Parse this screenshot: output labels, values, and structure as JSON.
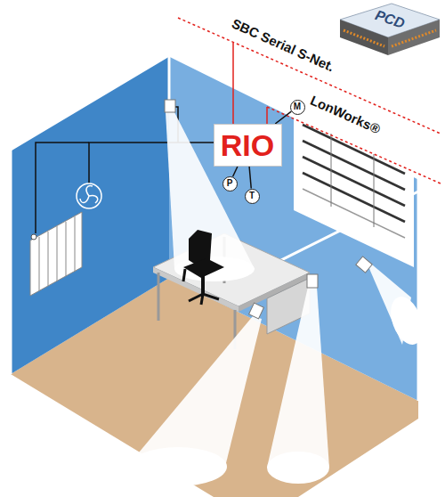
{
  "diagram": {
    "nodes": [
      {
        "text": [
          "PCD"
        ]
      },
      {
        "text": [
          "RIO"
        ]
      },
      {
        "text": [
          "M"
        ]
      },
      {
        "text": [
          "P"
        ]
      },
      {
        "text": [
          "T"
        ]
      }
    ],
    "edges": [
      {
        "from": 1,
        "to": 2,
        "arrow": "none"
      },
      {
        "from": 1,
        "to": 3,
        "arrow": "none"
      },
      {
        "from": 1,
        "to": 4,
        "arrow": "none"
      }
    ],
    "labels": [
      "SBC Serial S-Net.",
      "LonWorks®"
    ]
  }
}
